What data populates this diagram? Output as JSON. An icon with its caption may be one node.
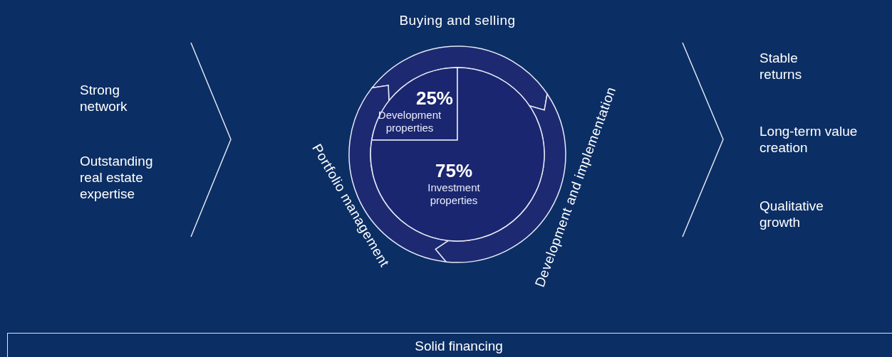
{
  "diagram": {
    "nodes": [
      {
        "text": [
          "Strong network"
        ]
      },
      {
        "text": [
          "Outstanding real estate expertise"
        ]
      },
      {
        "text": [
          "Buying and selling"
        ]
      },
      {
        "text": [
          "Development and implementation"
        ]
      },
      {
        "text": [
          "Portfolio management"
        ]
      },
      {
        "text": [
          "25%",
          "Development properties"
        ]
      },
      {
        "text": [
          "75%",
          "Investment properties"
        ]
      },
      {
        "text": [
          "Stable returns"
        ]
      },
      {
        "text": [
          "Long-term value creation"
        ]
      },
      {
        "text": [
          "Qualitative growth"
        ]
      },
      {
        "text": [
          "Solid financing"
        ]
      }
    ]
  }
}
